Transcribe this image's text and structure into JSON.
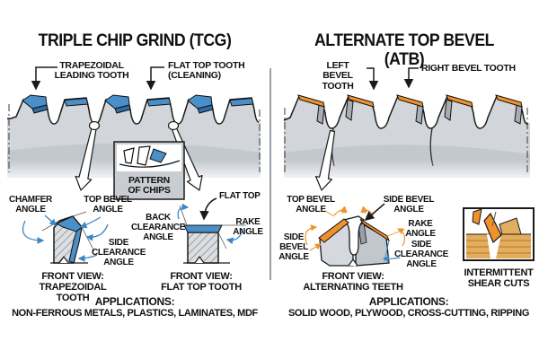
{
  "left_panel": {
    "title": "TRIPLE CHIP GRIND (TCG)",
    "callouts": {
      "trapezoidal": [
        "TRAPEZOIDAL",
        "LEADING TOOTH"
      ],
      "flat_top": [
        "FLAT TOP TOOTH",
        "(CLEANING)"
      ]
    },
    "pattern_box": [
      "PATTERN",
      "OF CHIPS"
    ],
    "front_view_trapezoidal": {
      "chamfer_angle": [
        "CHAMFER",
        "ANGLE"
      ],
      "top_bevel_angle": [
        "TOP BEVEL",
        "ANGLE"
      ],
      "side_clearance_angle": [
        "SIDE",
        "CLEARANCE",
        "ANGLE"
      ],
      "caption": [
        "FRONT VIEW:",
        "TRAPEZOIDAL TOOTH"
      ]
    },
    "front_view_flat": {
      "back_clearance_angle": [
        "BACK",
        "CLEARANCE",
        "ANGLE"
      ],
      "flat_top": "FLAT TOP",
      "rake_angle": [
        "RAKE",
        "ANGLE"
      ],
      "caption": [
        "FRONT VIEW:",
        "FLAT TOP TOOTH"
      ]
    },
    "applications_title": "APPLICATIONS:",
    "applications": "NON-FERROUS METALS, PLASTICS, LAMINATES, MDF"
  },
  "right_panel": {
    "title": "ALTERNATE TOP BEVEL (ATB)",
    "callouts": {
      "left_bevel": [
        "LEFT BEVEL",
        "TOOTH"
      ],
      "right_bevel": "RIGHT BEVEL TOOTH"
    },
    "front_view_alternating": {
      "top_bevel_angle": [
        "TOP BEVEL",
        "ANGLE"
      ],
      "side_bevel_angle_right": [
        "SIDE BEVEL",
        "ANGLE"
      ],
      "rake_angle": [
        "RAKE",
        "ANGLE"
      ],
      "side_bevel_angle_left": [
        "SIDE",
        "BEVEL",
        "ANGLE"
      ],
      "side_clearance_angle": [
        "SIDE",
        "CLEARANCE",
        "ANGLE"
      ],
      "caption": [
        "FRONT VIEW:",
        "ALTERNATING TEETH"
      ]
    },
    "inset_caption": [
      "INTERMITTENT",
      "SHEAR CUTS"
    ],
    "applications_title": "APPLICATIONS:",
    "applications": "SOLID WOOD, PLYWOOD, CROSS-CUTTING, RIPPING"
  },
  "colors": {
    "tcg_blue": "#4a8fc7",
    "tcg_blue_dark": "#2e6ca6",
    "atb_orange": "#f0922b",
    "blade_gray": "#d2d5d9",
    "blade_gray_dark": "#c3c8ce",
    "wood_tan": "#e3ad5e",
    "text": "#111111"
  }
}
